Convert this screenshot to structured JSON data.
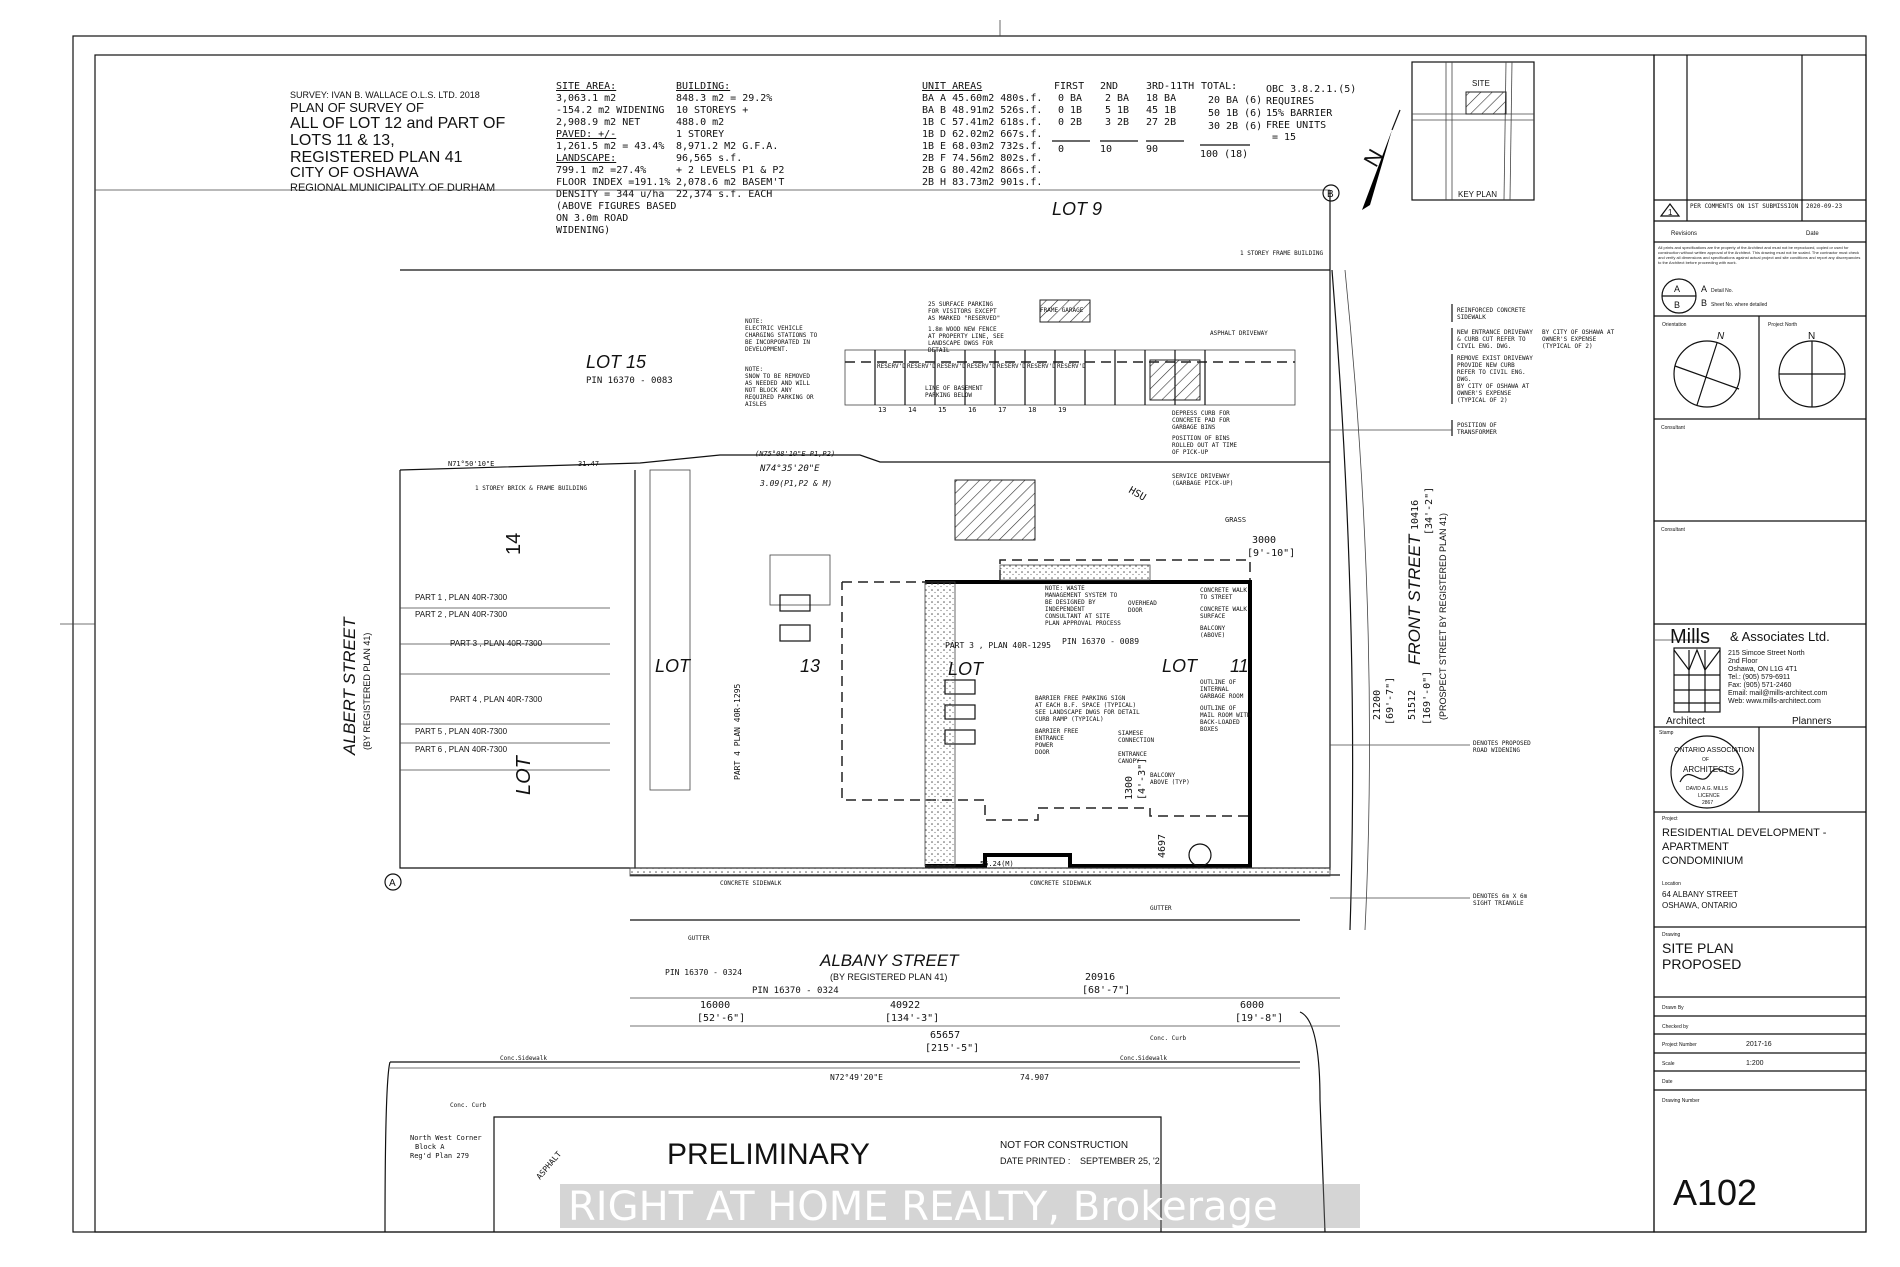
{
  "survey": {
    "line1": "SURVEY: IVAN B. WALLACE O.L.S. LTD. 2018",
    "line2": "PLAN OF SURVEY OF",
    "line3": "ALL OF LOT 12 and PART OF",
    "line4": "LOTS 11 & 13,",
    "line5": "REGISTERED PLAN 41",
    "line6": "CITY OF OSHAWA",
    "line7": "REGIONAL MUNICIPALITY OF DURHAM"
  },
  "site_area": [
    "SITE AREA:",
    "3,063.1 m2",
    "-154.2 m2 WIDENING",
    "2,908.9 m2 NET",
    "PAVED: +/-",
    "1,261.5 m2 = 43.4%",
    "LANDSCAPE:",
    "799.1 m2 =27.4%",
    "FLOOR INDEX =191.1%",
    "DENSITY = 344 u/ha",
    "(ABOVE FIGURES BASED",
    "ON 3.0m ROAD",
    "WIDENING)"
  ],
  "building": [
    "BUILDING:",
    "848.3 m2 = 29.2%",
    "10 STOREYS +",
    "488.0 m2",
    "1 STOREY",
    "8,971.2 M2 G.F.A.",
    "96,565 s.f.",
    "+ 2 LEVELS P1 & P2",
    "2,078.6 m2 BASEM'T",
    "22,374 s.f. EACH"
  ],
  "unit_areas": {
    "title": "UNIT AREAS",
    "rows": [
      "BA A 45.60m2 480s.f.",
      "BA B 48.91m2 526s.f.",
      "1B C 57.41m2 618s.f.",
      "1B D 62.02m2 667s.f.",
      "1B E 68.03m2 732s.f.",
      "2B F 74.56m2 802s.f.",
      "2B G 80.42m2 866s.f.",
      "2B H 83.73m2 901s.f."
    ]
  },
  "unit_counts": {
    "headers": [
      "FIRST",
      "2ND",
      "3RD-11TH",
      "TOTAL:"
    ],
    "first": [
      "0 BA",
      "0 1B",
      "0 2B",
      "0"
    ],
    "second": [
      "2 BA",
      "5 1B",
      "3 2B",
      "10"
    ],
    "third": [
      "18 BA",
      "45 1B",
      "27 2B",
      "90"
    ],
    "total": [
      "20 BA (6)",
      "50 1B (6)",
      "30 2B (6)",
      "100   (18)"
    ],
    "obc": [
      "OBC 3.8.2.1.(5)",
      "REQUIRES",
      "15% BARRIER",
      "FREE UNITS",
      "=  15"
    ]
  },
  "key_plan": {
    "site": "SITE",
    "label": "KEY PLAN"
  },
  "plan": {
    "lot9": "LOT   9",
    "lot15": "LOT   15",
    "pin15": "PIN   16370 - 0083",
    "lot14": "14",
    "lot_left": "LOT",
    "lot13a": "LOT",
    "lot13b": "13",
    "lot12": "LOT",
    "lot11a": "LOT",
    "lot11b": "11",
    "albert": "ALBERT    STREET",
    "albert_sub": "(BY REGISTERED PLAN 41)",
    "front": "FRONT  STREET",
    "front_sub": "(PROSPECT STREET BY REGISTERED PLAN 41)",
    "albany": "ALBANY   STREET",
    "albany_sub": "(BY REGISTERED PLAN 41)",
    "albany_pin": "PIN   16370 - 0324",
    "parts": [
      "PART 1 , PLAN 40R-7300",
      "PART 2 , PLAN 40R-7300",
      "PART 3 , PLAN 40R-7300",
      "PART 4 , PLAN 40R-7300",
      "PART 5 , PLAN 40R-7300",
      "PART 6 , PLAN 40R-7300"
    ],
    "reserved": "RESERV'D",
    "stalls": [
      "13",
      "14",
      "15",
      "16",
      "17",
      "18",
      "19"
    ],
    "bearing1": "N71°50'10\"E",
    "bearing2": "N72°49'20\"E",
    "bearing3": "(N75°08'10\"E P1,P2)",
    "bearing4": "N74°35'20\"E",
    "bearing5": "3.09(P1,P2 & M)",
    "dims": [
      "16000",
      "[52'-6\"]",
      "40922",
      "[134'-3\"]",
      "20916",
      "[68'-7\"]",
      "6000",
      "[19'-8\"]",
      "65657",
      "[215'-5\"]",
      "74.907",
      "31.47",
      "55.24(M)",
      "1300",
      "[4'-3\"]",
      "4697",
      "3000",
      "[9'-10\"]",
      "21200",
      "[69'-7\"]",
      "51512",
      "[169'-0\"]",
      "10416",
      "[34'-2\"]"
    ],
    "markers": [
      "A",
      "B"
    ],
    "sidewalk": "CONCRETE SIDEWALK",
    "gutter": "GUTTER",
    "conc_sidewalk": "Conc.Sidewalk",
    "conc_curb": "Conc. Curb",
    "asphalt": "ASPHALT",
    "frame_garage": "FRAME GARAGE",
    "asphalt_driveway": "ASPHALT DRIVEWAY",
    "frame_building": "1 STOREY FRAME BUILDING",
    "brick_building": "1 STOREY BRICK & FRAME BUILDING",
    "north_west": [
      "North West Corner",
      "Block A",
      "Reg'd Plan 279"
    ],
    "pin_lot": "PIN 16370 - 0089",
    "plan_40r": "PART 3 , PLAN 40R-1295",
    "plan_40r_4": "PART 4 PLAN 40R-1295"
  },
  "notes": {
    "ev": [
      "NOTE:",
      "ELECTRIC VEHICLE",
      "CHARGING STATIONS TO",
      "BE INCORPORATED IN",
      "DEVELOPMENT."
    ],
    "snow": [
      "NOTE:",
      "SNOW TO BE REMOVED",
      "AS NEEDED AND WILL",
      "NOT BLOCK ANY",
      "REQUIRED PARKING OR",
      "AISLES"
    ],
    "surface": [
      "25 SURFACE PARKING",
      "FOR VISITORS EXCEPT",
      "AS MARKED \"RESERVED\""
    ],
    "fence": [
      "1.8m WOOD NEW FENCE",
      "AT PROPERTY LINE, SEE",
      "LANDSCAPE DWGS FOR",
      "DETAIL"
    ],
    "basement": [
      "LINE OF BASEMENT",
      "PARKING BELOW"
    ],
    "curb": [
      "DEPRESS CURB FOR",
      "CONCRETE PAD FOR",
      "GARBAGE BINS"
    ],
    "bins": [
      "POSITION OF BINS",
      "ROLLED OUT AT TIME",
      "OF PICK-UP"
    ],
    "service": [
      "SERVICE DRIVEWAY",
      "(GARBAGE PICK-UP)"
    ],
    "waste": [
      "NOTE: WASTE",
      "MANAGEMENT SYSTEM TO",
      "BE DESIGNED BY",
      "INDEPENDENT",
      "CONSULTANT AT SITE",
      "PLAN APPROVAL PROCESS"
    ],
    "overhead": [
      "OVERHEAD",
      "DOOR"
    ],
    "walk_street": [
      "CONCRETE WALK",
      "TO STREET"
    ],
    "walk_surface": [
      "CONCRETE WALK",
      "SURFACE"
    ],
    "balcony": [
      "BALCONY",
      "(ABOVE)"
    ],
    "garbage_room": [
      "OUTLINE OF",
      "INTERNAL",
      "GARBAGE ROOM"
    ],
    "mail_room": [
      "OUTLINE OF",
      "MAIL ROOM WITH",
      "BACK-LOADED",
      "BOXES"
    ],
    "bf_sign": [
      "BARRIER FREE PARKING SIGN",
      "AT EACH B.F. SPACE (TYPICAL)",
      "SEE LANDSCAPE DWGS FOR DETAIL",
      "CURB RAMP (TYPICAL)"
    ],
    "bf_door": [
      "BARRIER FREE",
      "ENTRANCE",
      "POWER",
      "DOOR"
    ],
    "siamese": [
      "SIAMESE",
      "CONNECTION"
    ],
    "canopy": [
      "ENTRANCE",
      "CANOPY"
    ],
    "balcony_typ": [
      "BALCONY",
      "ABOVE (TYP)"
    ],
    "sidewalk_r": [
      "REINFORCED CONCRETE",
      "SIDEWALK"
    ],
    "new_driveway": [
      "NEW ENTRANCE DRIVEWAY",
      "& CURB CUT REFER TO",
      "CIVIL ENG. DWG."
    ],
    "city": [
      "BY CITY OF OSHAWA AT",
      "OWNER'S EXPENSE",
      "(TYPICAL OF 2)"
    ],
    "remove": [
      "REMOVE EXIST DRIVEWAY",
      "PROVIDE NEW CURB",
      "REFER TO CIVIL ENG.",
      "DWG.",
      "BY CITY OF OSHAWA AT",
      "OWNER'S EXPENSE",
      "(TYPICAL OF 2)"
    ],
    "transformer": [
      "POSITION OF",
      "TRANSFORMER"
    ],
    "widening": [
      "DENOTES PROPOSED",
      "ROAD WIDENING"
    ],
    "sight": [
      "DENOTES 6m X 6m",
      "SIGHT TRIANGLE"
    ],
    "hsu": "HSU",
    "grass": "GRASS"
  },
  "preliminary": {
    "title": "PRELIMINARY",
    "not_for": "NOT FOR CONSTRUCTION",
    "date_label": "DATE PRINTED :",
    "date_value": "SEPTEMBER 25, '2"
  },
  "watermark": "RIGHT AT HOME REALTY, Brokerage",
  "title_block": {
    "revision_num": "1",
    "revision_text": "PER COMMENTS ON 1ST SUBMISSION",
    "revision_date": "2020-09-23",
    "revisions_label": "Revisions",
    "date_label": "Date",
    "disclaimer": "All prints and specifications are the property of the Architect and must not be reproduced, copied or used for construction without written approval of the Architect. This drawing must not be scaled. The contractor must check and verify all dimensions and specifications against actual project and site conditions and report any discrepancies to the Architect before proceeding with work.",
    "detail_a": "A",
    "detail_b": "B",
    "detail_a_label": "Detail No.",
    "detail_b_label": "Sheet No. where detailed",
    "orientation": "Orientation",
    "project_north": "Project North",
    "north": "N",
    "consultant1": "Consultant",
    "consultant2": "Consultant",
    "firm": {
      "name_big": "Mills",
      "name_rest": "& Associates Ltd.",
      "address": [
        "215 Simcoe Street North",
        "2nd Floor",
        "Oshawa, ON  L1G 4T1",
        "Tel.: (905) 579-6911",
        "Fax: (905) 571-2460",
        "Email: mail@mills-architect.com",
        "Web:  www.mills-architect.com"
      ],
      "architect": "Architect",
      "planners": "Planners"
    },
    "stamp_label": "Stamp",
    "stamp_text": [
      "ONTARIO ASSOCIATION",
      "OF",
      "ARCHITECTS",
      "DAVID A.G. MILLS",
      "LICENCE",
      "2867"
    ],
    "project_label": "Project",
    "project": [
      "RESIDENTIAL DEVELOPMENT -",
      "APARTMENT",
      "CONDOMINIUM"
    ],
    "location_label": "Location",
    "location": [
      "64 ALBANY STREET",
      "OSHAWA,  ONTARIO"
    ],
    "drawing_label": "Drawing",
    "drawing": [
      "SITE  PLAN",
      "PROPOSED"
    ],
    "drawn_by": "Drawn By",
    "checked_by": "Checked by",
    "project_number_label": "Project Number",
    "project_number": "2017-16",
    "scale_label": "Scale",
    "scale": "1:200",
    "date2_label": "Date",
    "drawing_number_label": "Drawing Number",
    "drawing_number": "A102"
  }
}
